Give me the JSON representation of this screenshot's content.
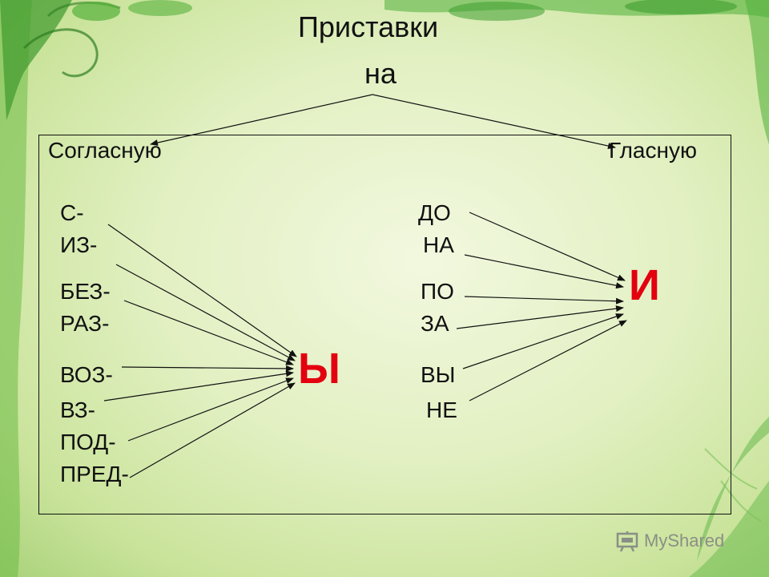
{
  "title": "Приставки",
  "subtitle": "на",
  "categories": {
    "consonant": "Согласную",
    "vowel": "Гласную"
  },
  "consonant_prefixes": [
    "С-",
    "ИЗ-",
    "БЕЗ-",
    "РАЗ-",
    "ВОЗ-",
    "ВЗ-",
    "ПОД-",
    "ПРЕД-"
  ],
  "vowel_prefixes": [
    "ДО",
    "НА",
    "ПО",
    "ЗА",
    "ВЫ",
    "НЕ"
  ],
  "targets": {
    "consonant_letter": "Ы",
    "vowel_letter": "И"
  },
  "watermark": "MyShared",
  "colors": {
    "target_letter": "#e3000f",
    "text": "#111111"
  }
}
